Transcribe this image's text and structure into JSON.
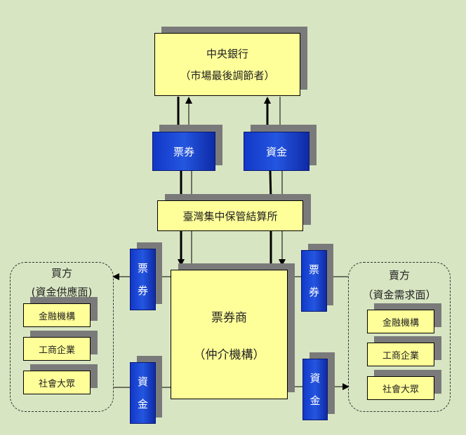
{
  "central_bank": {
    "title": "中央銀行",
    "subtitle": "（市場最後調節者）"
  },
  "top_left_box": {
    "label": "票券"
  },
  "top_right_box": {
    "label": "資金"
  },
  "depository": {
    "label": "臺灣集中保管結算所"
  },
  "dealer": {
    "title": "票券商",
    "subtitle": "（仲介機構）"
  },
  "buyer": {
    "title": "買方",
    "subtitle": "(資金供應面)",
    "items": [
      "金融機構",
      "工商企業",
      "社會大眾"
    ],
    "bills_chars": [
      "票",
      "券"
    ],
    "funds_chars": [
      "資",
      "金"
    ]
  },
  "seller": {
    "title": "賣方",
    "subtitle": "（資金需求面）",
    "items": [
      "金融機構",
      "工商企業",
      "社會大眾"
    ],
    "bills_chars": [
      "票",
      "券"
    ],
    "funds_chars": [
      "資",
      "金"
    ]
  },
  "colors": {
    "background": "#d8e5c2",
    "yellow_box": "#ffff99",
    "blue_box": "#1f4bd8",
    "shadow": "#7a7a7a"
  }
}
